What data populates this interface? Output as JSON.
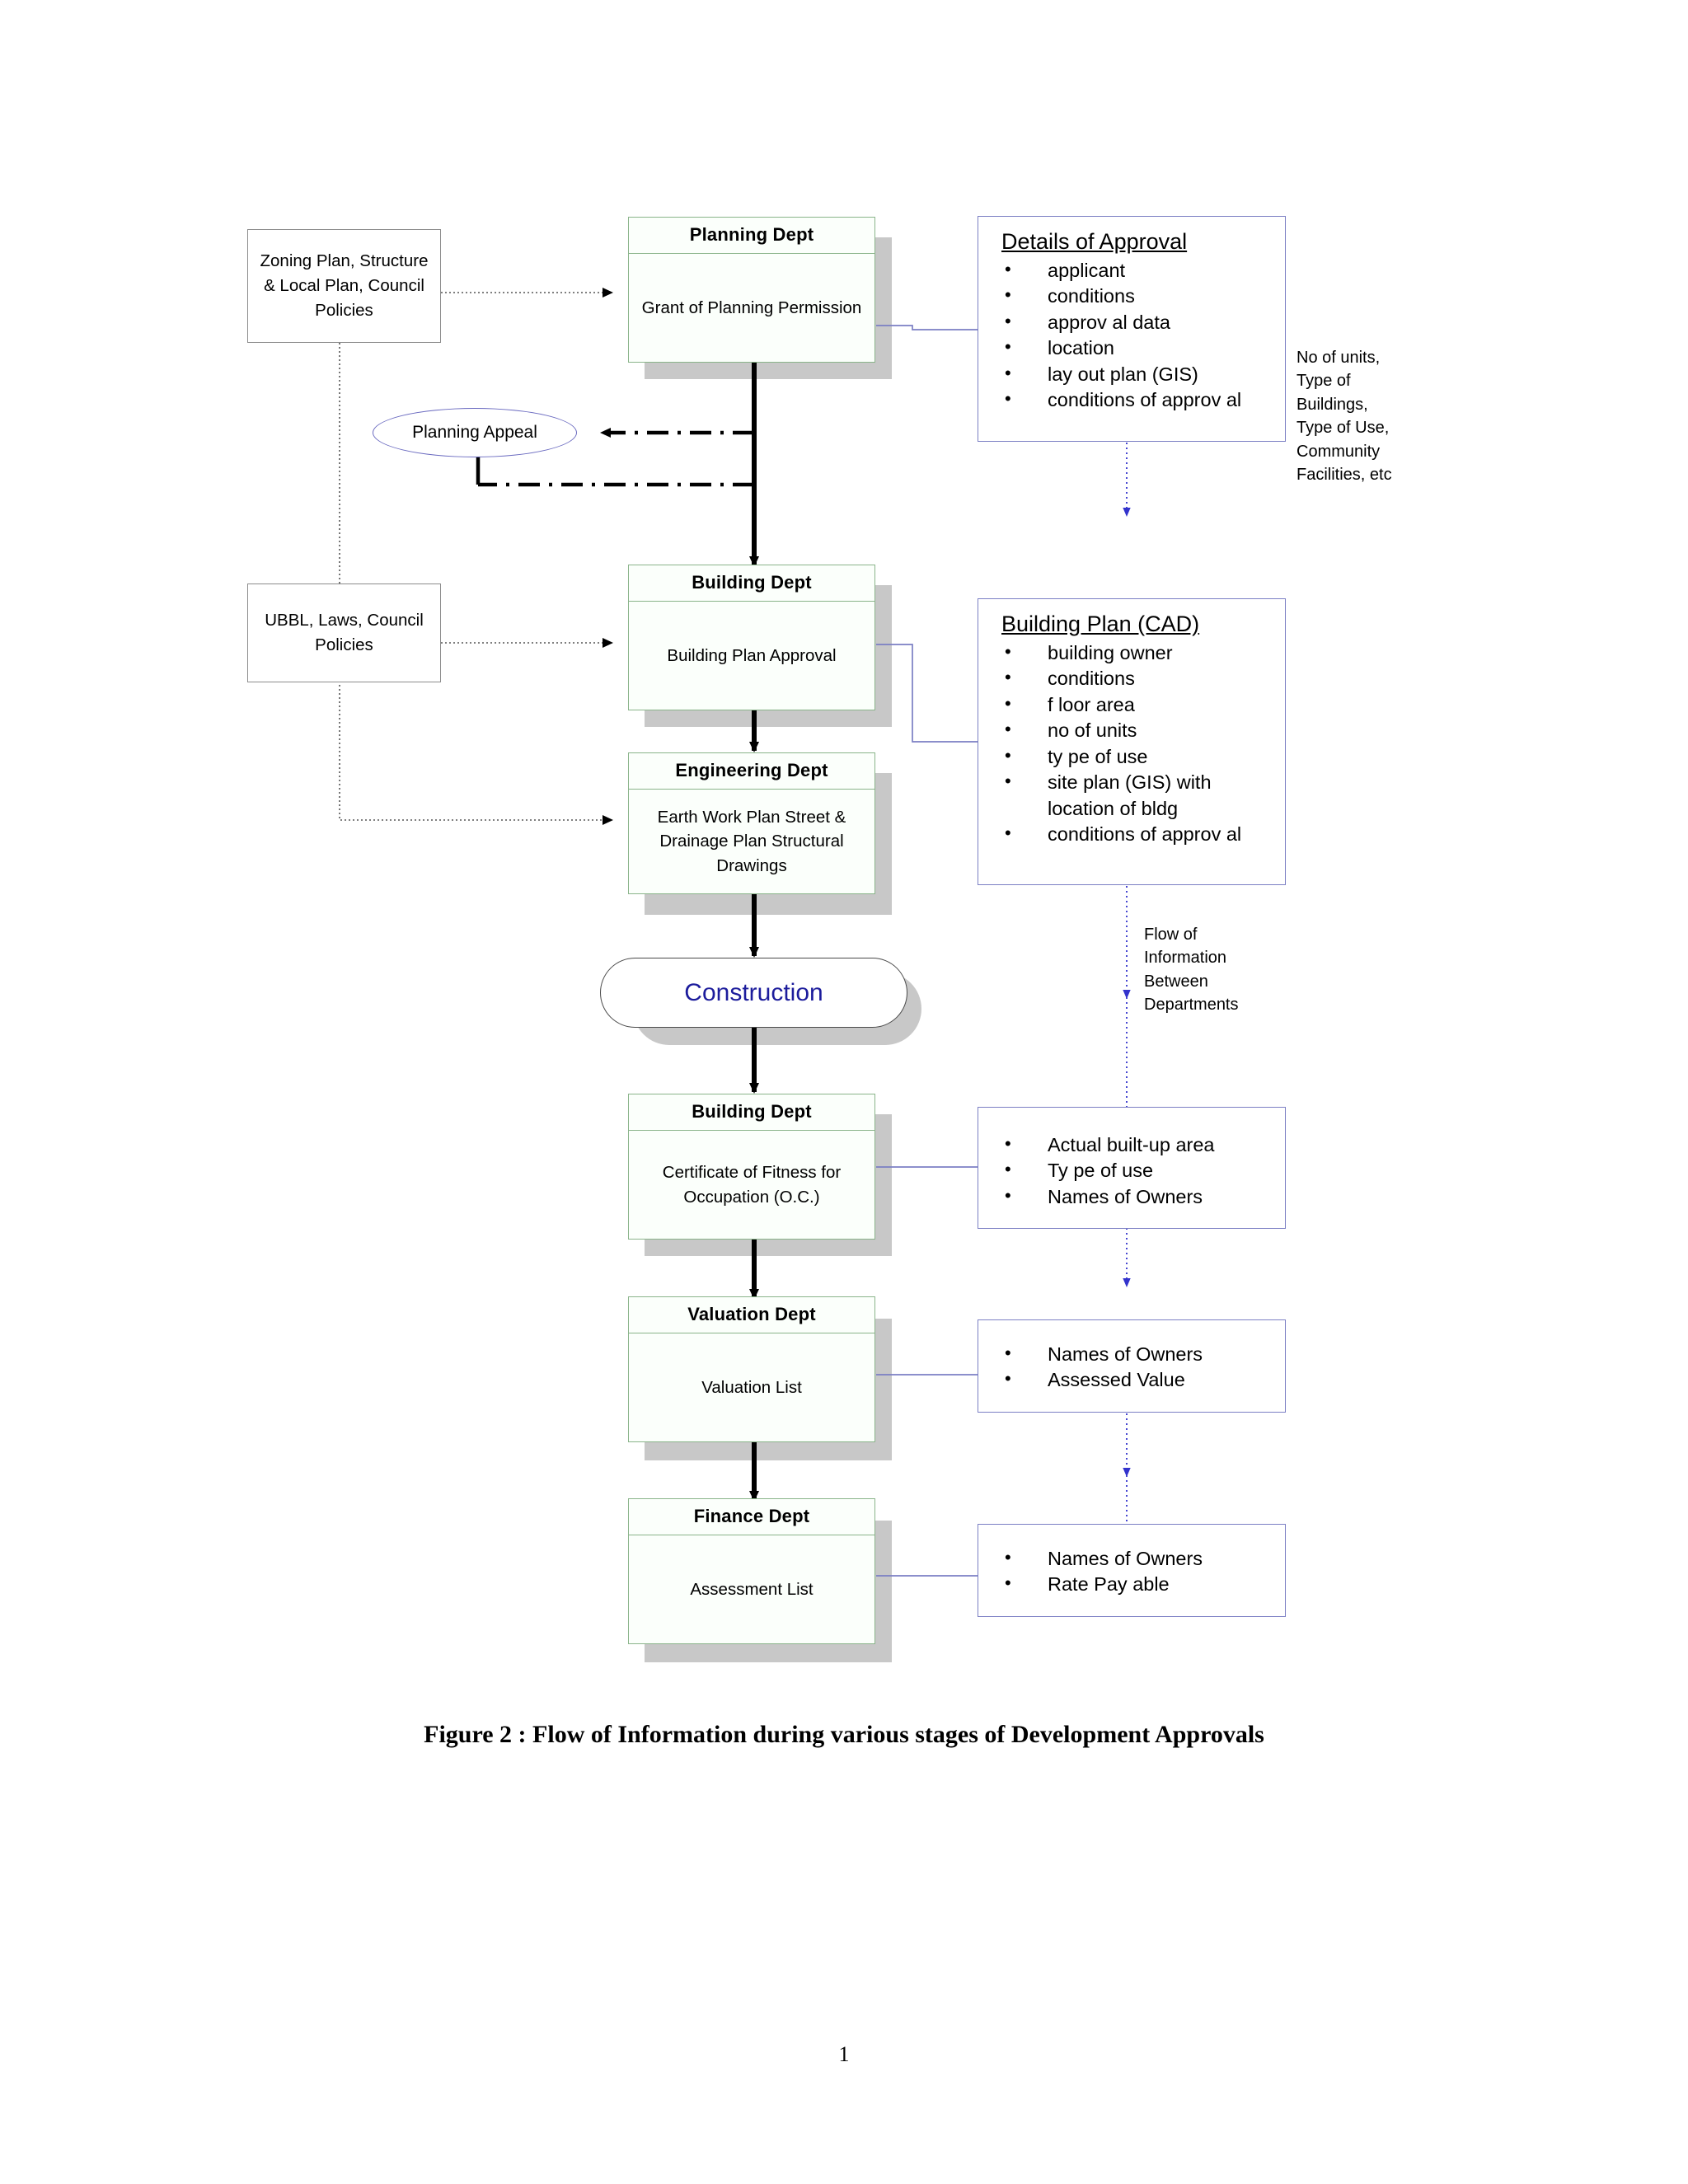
{
  "document": {
    "caption": "Figure 2 : Flow of Information during various stages of Development Approvals",
    "page_number": "1"
  },
  "colors": {
    "dept_border": "#8ab48a",
    "info_border": "#7b7fc4",
    "source_border": "#8c8c8c",
    "shadow": "#c8c8c8",
    "construction_text": "#1c1c9c",
    "flow_arrow": "#3333cc"
  },
  "sources": [
    {
      "id": "zoning",
      "text": "Zoning Plan,\nStructure & Local\nPlan, Council\nPolicies"
    },
    {
      "id": "ubbl",
      "text": "UBBL, Laws,\nCouncil\nPolicies"
    }
  ],
  "departments": [
    {
      "id": "planning",
      "header": "Planning Dept",
      "body": "Grant of Planning\nPermission"
    },
    {
      "id": "building-plan",
      "header": "Building Dept",
      "body": "Building Plan\nApproval"
    },
    {
      "id": "engineering",
      "header": "Engineering Dept",
      "body": "Earth Work Plan\nStreet & Drainage Plan\nStructural Drawings"
    },
    {
      "id": "building-oc",
      "header": "Building Dept",
      "body": "Certificate of Fitness\nfor Occupation (O.C.)"
    },
    {
      "id": "valuation",
      "header": "Valuation Dept",
      "body": "Valuation List"
    },
    {
      "id": "finance",
      "header": "Finance Dept",
      "body": "Assessment List"
    }
  ],
  "process": {
    "construction_label": "Construction",
    "appeal_label": "Planning Appeal"
  },
  "info_boxes": [
    {
      "id": "details-of-approval",
      "title": "Details of Approval",
      "items": [
        "applicant",
        "conditions",
        "approv al data",
        "location",
        "lay out plan (GIS)",
        "conditions of  approv al"
      ]
    },
    {
      "id": "building-plan-cad",
      "title": "Building Plan (CAD)",
      "items": [
        "building owner",
        "conditions",
        "f loor area",
        "no of  units",
        "ty pe of  use",
        "site plan (GIS) with",
        "conditions of  approv al"
      ],
      "continuation_after": 5,
      "continuation_text": "location of  bldg"
    },
    {
      "id": "occupation-data",
      "title": "",
      "items": [
        "Actual built-up area",
        "Ty pe of  use",
        "Names of  Owners"
      ]
    },
    {
      "id": "valuation-data",
      "title": "",
      "items": [
        "Names of  Owners",
        "Assessed Value"
      ]
    },
    {
      "id": "finance-data",
      "title": "",
      "items": [
        "Names of  Owners",
        "Rate Pay able"
      ]
    }
  ],
  "annotations": [
    {
      "id": "approval-attributes",
      "text": "No of units,\nType of\nBuildings,\nType of Use,\nCommunity\nFacilities, etc"
    },
    {
      "id": "flow-legend",
      "text": "Flow of\nInformation\nBetween\nDepartments"
    }
  ]
}
